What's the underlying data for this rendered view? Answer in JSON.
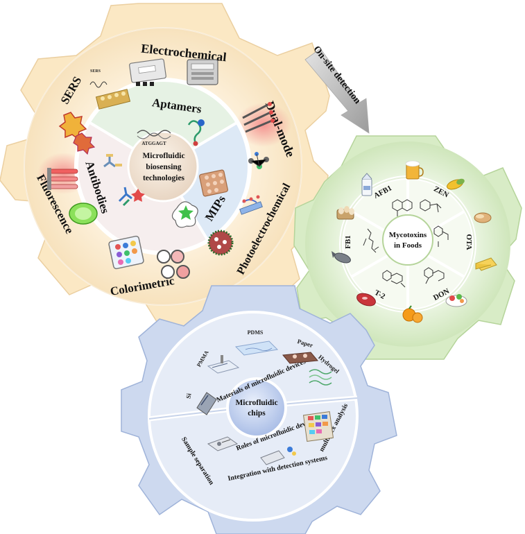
{
  "gear1": {
    "center": [
      "Microfluidic",
      "biosensing",
      "technologies"
    ],
    "inner_labels": {
      "aptamers": "Aptamers",
      "antibodies": "Antibodies",
      "mips": "MIPs"
    },
    "aptamer_seq": "ATGGAGT",
    "outer_labels": {
      "electrochemical": "Electrochemical",
      "dual_mode": "Dual-mode",
      "photoelectrochemical": "Photoelectrochemical",
      "colorimetric": "Colorimetric",
      "fluorescence": "Fluorescence",
      "sers": "SERS",
      "sers_small": "SERS"
    }
  },
  "arrow": {
    "label": "On-site detection"
  },
  "gear2": {
    "center": [
      "Mycotoxins",
      "in Foods"
    ],
    "toxins": {
      "afb1": "AFB1",
      "zen": "ZEN",
      "ota": "OTA",
      "don": "DON",
      "t2": "T-2",
      "fb1": "FB1"
    }
  },
  "gear3": {
    "center": [
      "Microfluidic",
      "chips"
    ],
    "upper_title": "Materials of microfluidic devices",
    "materials": {
      "pdms": "PDMS",
      "paper": "Paper",
      "hydrogel": "Hydrogel",
      "pmma": "PMMA",
      "si": "Si"
    },
    "lower_title": "Roles of microfluidic devices",
    "roles": {
      "sample_separation": "Sample separation",
      "integration": "Integration with detection systems",
      "multiplex": "multiplex analysis"
    }
  },
  "colors": {
    "gear1_fill": "#fbe8c4",
    "gear1_ring": "#f6e2bd",
    "gear2_fill": "#d8ecc6",
    "gear3_fill": "#cdd9ef"
  }
}
